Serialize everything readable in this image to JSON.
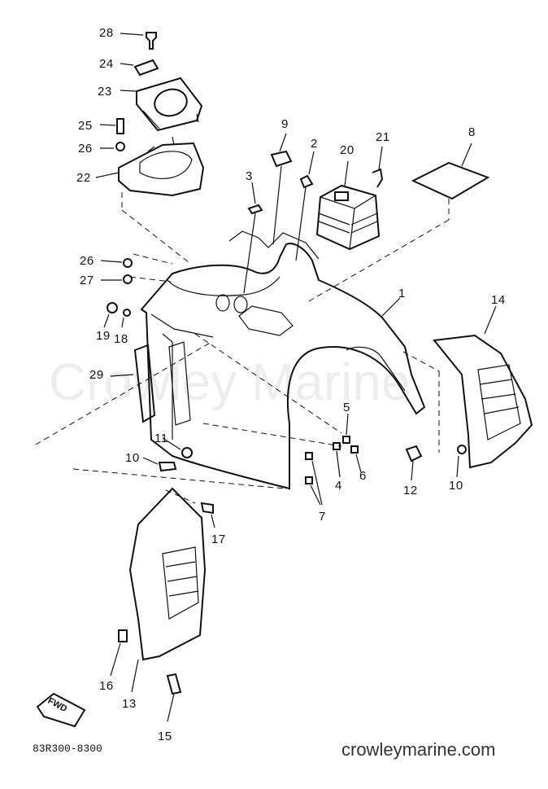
{
  "watermark": "Crowley Marine",
  "code": "83R300-8300",
  "site": "crowleymarine.com",
  "fwd": "FWD",
  "labels": [
    "28",
    "24",
    "23",
    "25",
    "26",
    "22",
    "9",
    "2",
    "20",
    "21",
    "8",
    "3",
    "26",
    "27",
    "19",
    "18",
    "1",
    "14",
    "29",
    "5",
    "11",
    "10",
    "4",
    "6",
    "12",
    "10",
    "7",
    "17",
    "16",
    "13",
    "15"
  ]
}
